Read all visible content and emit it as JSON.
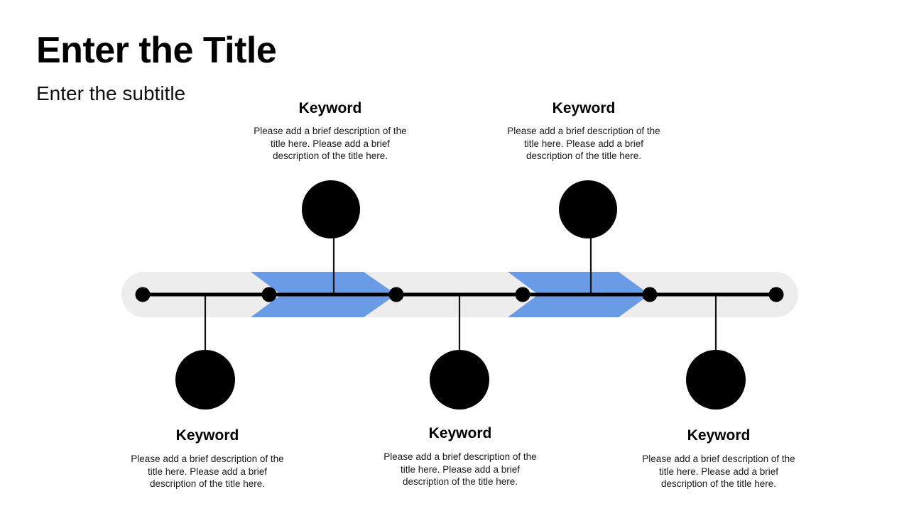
{
  "header": {
    "title": "Enter the Title",
    "subtitle": "Enter the subtitle"
  },
  "theme": {
    "background": "#ffffff",
    "bar_color": "#ededed",
    "accent_color": "#6a9be6",
    "line_color": "#111111",
    "marker_color": "#000000",
    "text_color": "#000000"
  },
  "timeline": {
    "items": [
      {
        "position": "bottom",
        "index": 1,
        "keyword": "Keyword",
        "description": "Please add a brief description of the title here. Please add a brief description of the title here."
      },
      {
        "position": "top",
        "index": 2,
        "keyword": "Keyword",
        "description": "Please add a brief description of the title here. Please add a brief description of the title here."
      },
      {
        "position": "bottom",
        "index": 3,
        "keyword": "Keyword",
        "description": "Please add a brief description of the title here. Please add a brief description of the title here."
      },
      {
        "position": "top",
        "index": 4,
        "keyword": "Keyword",
        "description": "Please add a brief description of the title here. Please add a brief description of the title here."
      },
      {
        "position": "bottom",
        "index": 5,
        "keyword": "Keyword",
        "description": "Please add a brief description of the title here. Please add a brief description of the title here."
      }
    ]
  }
}
